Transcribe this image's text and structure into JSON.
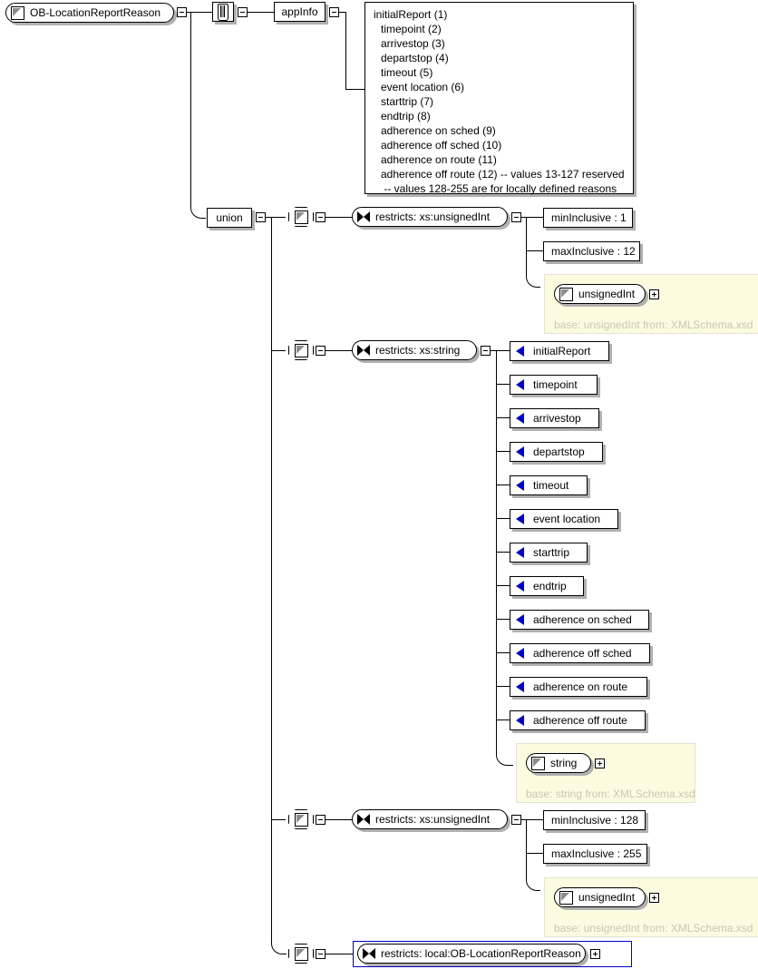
{
  "diagram": {
    "title": "OB-LocationReportReason",
    "root": {
      "label": "OB-LocationReportReason",
      "icon": "simpletype-icon",
      "expander": "minus"
    },
    "annotation": {
      "icon": "annotation-icon",
      "appinfo_label": "appInfo",
      "documentation_lines": [
        "initialReport (1)",
        "timepoint (2)",
        "arrivestop (3)",
        "departstop (4)",
        "timeout (5)",
        "event location (6)",
        "starttrip (7)",
        "endtrip (8)",
        "adherence on sched (9)",
        "adherence off sched (10)",
        "adherence on route (11)",
        "adherence off route (12) -- values 13-127 reserved",
        " -- values 128-255 are for locally defined reasons"
      ]
    },
    "union": {
      "label": "union",
      "expander": "minus"
    },
    "branches": [
      {
        "id": "branch-unsignedint-1-12",
        "restricts_label": "restricts: xs:unsignedInt",
        "restricts_icon": "restricts-icon",
        "expander": "minus",
        "facets": [
          {
            "label": "minInclusive : 1"
          },
          {
            "label": "maxInclusive : 12"
          }
        ],
        "base_panel": {
          "type_label": "unsignedInt",
          "type_icon": "simpletype-icon",
          "expander": "plus",
          "base_text": "base: unsignedInt from: XMLSchema.xsd"
        }
      },
      {
        "id": "branch-string-enumerations",
        "restricts_label": "restricts: xs:string",
        "restricts_icon": "restricts-icon",
        "expander": "minus",
        "enumerations": [
          {
            "label": "initialReport"
          },
          {
            "label": "timepoint"
          },
          {
            "label": "arrivestop"
          },
          {
            "label": "departstop"
          },
          {
            "label": "timeout"
          },
          {
            "label": "event location"
          },
          {
            "label": "starttrip"
          },
          {
            "label": "endtrip"
          },
          {
            "label": "adherence on sched"
          },
          {
            "label": "adherence off sched"
          },
          {
            "label": "adherence on route"
          },
          {
            "label": "adherence off route"
          }
        ],
        "base_panel": {
          "type_label": "string",
          "type_icon": "simpletype-icon",
          "expander": "plus",
          "base_text": "base: string from: XMLSchema.xsd"
        }
      },
      {
        "id": "branch-unsignedint-128-255",
        "restricts_label": "restricts: xs:unsignedInt",
        "restricts_icon": "restricts-icon",
        "expander": "minus",
        "facets": [
          {
            "label": "minInclusive : 128"
          },
          {
            "label": "maxInclusive : 255"
          }
        ],
        "base_panel": {
          "type_label": "unsignedInt",
          "type_icon": "simpletype-icon",
          "expander": "plus",
          "base_text": "base: unsignedInt from: XMLSchema.xsd"
        }
      },
      {
        "id": "branch-local-restriction",
        "restricts_label": "restricts: local:OB-LocationReportReason",
        "restricts_icon": "restricts-icon",
        "expander": "minus",
        "framed": true,
        "frame_expander": "plus",
        "frame_color": "#0000cc"
      }
    ]
  }
}
